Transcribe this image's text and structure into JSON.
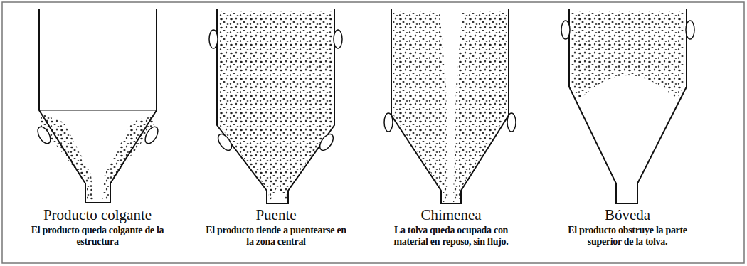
{
  "diagram": {
    "labels": [
      "Producto colgante",
      "El producto queda colgante de la estructura",
      "Puente",
      "El producto tiende a puentearse en la zona central",
      "Chimenea",
      "La tolva queda ocupada con material en reposo, sin flujo.",
      "Bóveda",
      "El producto obstruye la parte superior de la tolva."
    ]
  }
}
